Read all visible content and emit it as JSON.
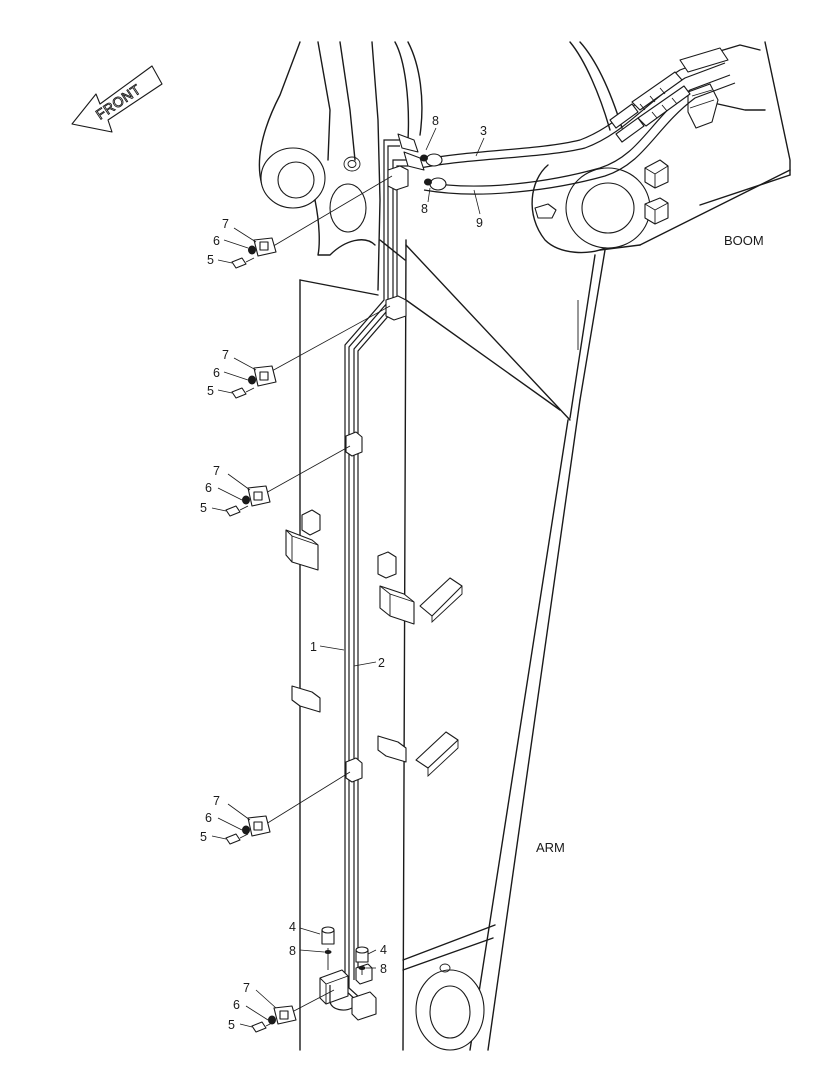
{
  "diagram": {
    "front_label": "FRONT",
    "boom_label": "BOOM",
    "arm_label": "ARM",
    "callouts": {
      "c1": "1",
      "c2": "2",
      "c3": "3",
      "c9": "9",
      "c8_top1": "8",
      "c8_top2": "8",
      "c7_a": "7",
      "c6_a": "6",
      "c5_a": "5",
      "c7_b": "7",
      "c6_b": "6",
      "c5_b": "5",
      "c7_c": "7",
      "c6_c": "6",
      "c5_c": "5",
      "c7_d": "7",
      "c6_d": "6",
      "c5_d": "5",
      "c7_e": "7",
      "c6_e": "6",
      "c5_e": "5",
      "c4_left": "4",
      "c8_left": "8",
      "c4_right": "4",
      "c8_right": "8"
    }
  }
}
